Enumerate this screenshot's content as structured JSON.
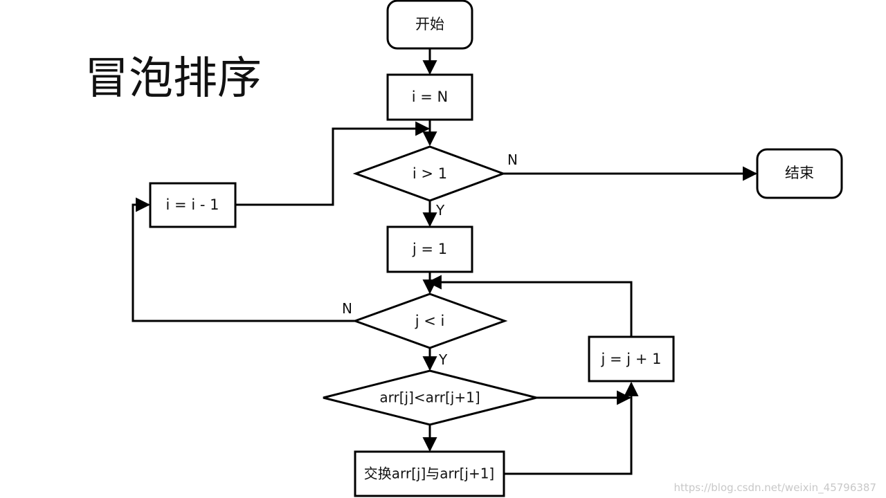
{
  "title": "冒泡排序",
  "nodes": {
    "start": "开始",
    "init_i": "i = N",
    "cond_i": "i > 1",
    "end": "结束",
    "init_j": "j = 1",
    "dec_i": "i = i - 1",
    "cond_j": "j < i",
    "inc_j": "j = j + 1",
    "cond_cmp": "arr[j]<arr[j+1]",
    "swap": "交换arr[j]与arr[j+1]"
  },
  "branch_labels": {
    "cond_i_no": "N",
    "cond_i_yes": "Y",
    "cond_j_no": "N",
    "cond_j_yes": "Y"
  },
  "watermark": "https://blog.csdn.net/weixin_45796387"
}
